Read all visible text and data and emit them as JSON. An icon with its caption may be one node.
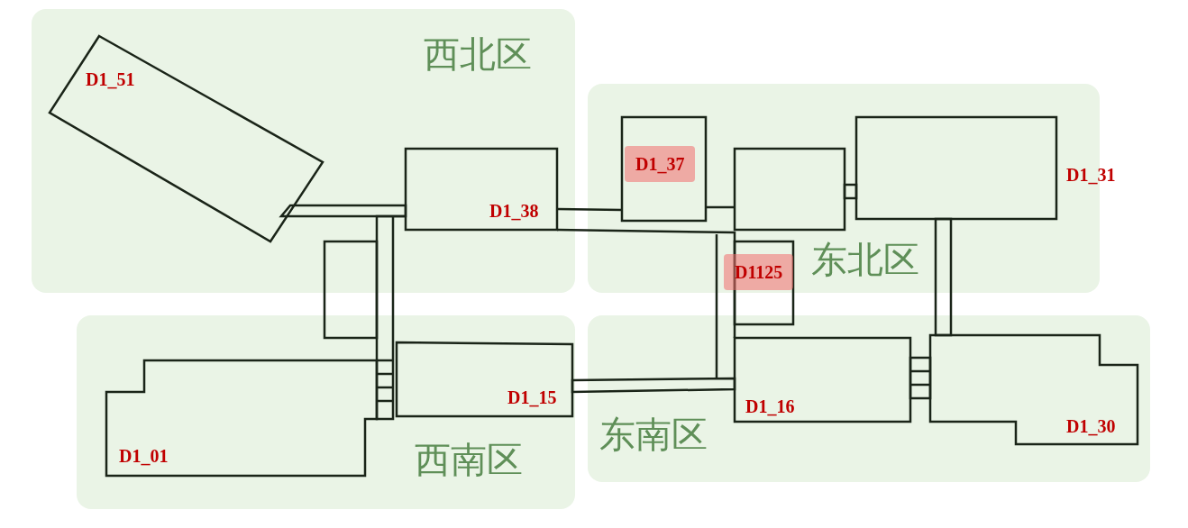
{
  "diagram": {
    "nodes": [
      {
        "text": [
          "西北区"
        ]
      },
      {
        "text": [
          "D1_51"
        ],
        "in": 0
      },
      {
        "text": [
          "D1_38"
        ],
        "in": 0
      },
      {
        "text": [
          "东北区"
        ]
      },
      {
        "text": [
          "D1_37"
        ],
        "in": 3
      },
      {
        "text": [],
        "shape": "box",
        "in": 3
      },
      {
        "text": [
          "D1_31"
        ],
        "in": 3
      },
      {
        "text": [
          "D1125"
        ],
        "in": 3
      },
      {
        "text": [],
        "shape": "box"
      },
      {
        "text": [
          "西南区"
        ]
      },
      {
        "text": [
          "D1_15"
        ],
        "in": 9
      },
      {
        "text": [
          "D1_01"
        ],
        "in": 9
      },
      {
        "text": [
          "东南区"
        ]
      },
      {
        "text": [
          "D1_16"
        ],
        "in": 12
      },
      {
        "text": [
          "D1_30"
        ],
        "in": 12
      }
    ],
    "edges": [
      {
        "from": 1,
        "to": 2,
        "arrow": "none"
      },
      {
        "from": 2,
        "to": 4,
        "arrow": "none"
      },
      {
        "from": 4,
        "to": 5,
        "arrow": "none"
      },
      {
        "from": 5,
        "to": 6,
        "arrow": "none"
      },
      {
        "from": 6,
        "to": 14,
        "arrow": "none"
      },
      {
        "from": 13,
        "to": 14,
        "arrow": "none"
      },
      {
        "from": 10,
        "to": 13,
        "arrow": "none"
      },
      {
        "from": 2,
        "to": 11,
        "arrow": "none"
      },
      {
        "from": 2,
        "to": 13,
        "arrow": "none"
      }
    ]
  }
}
